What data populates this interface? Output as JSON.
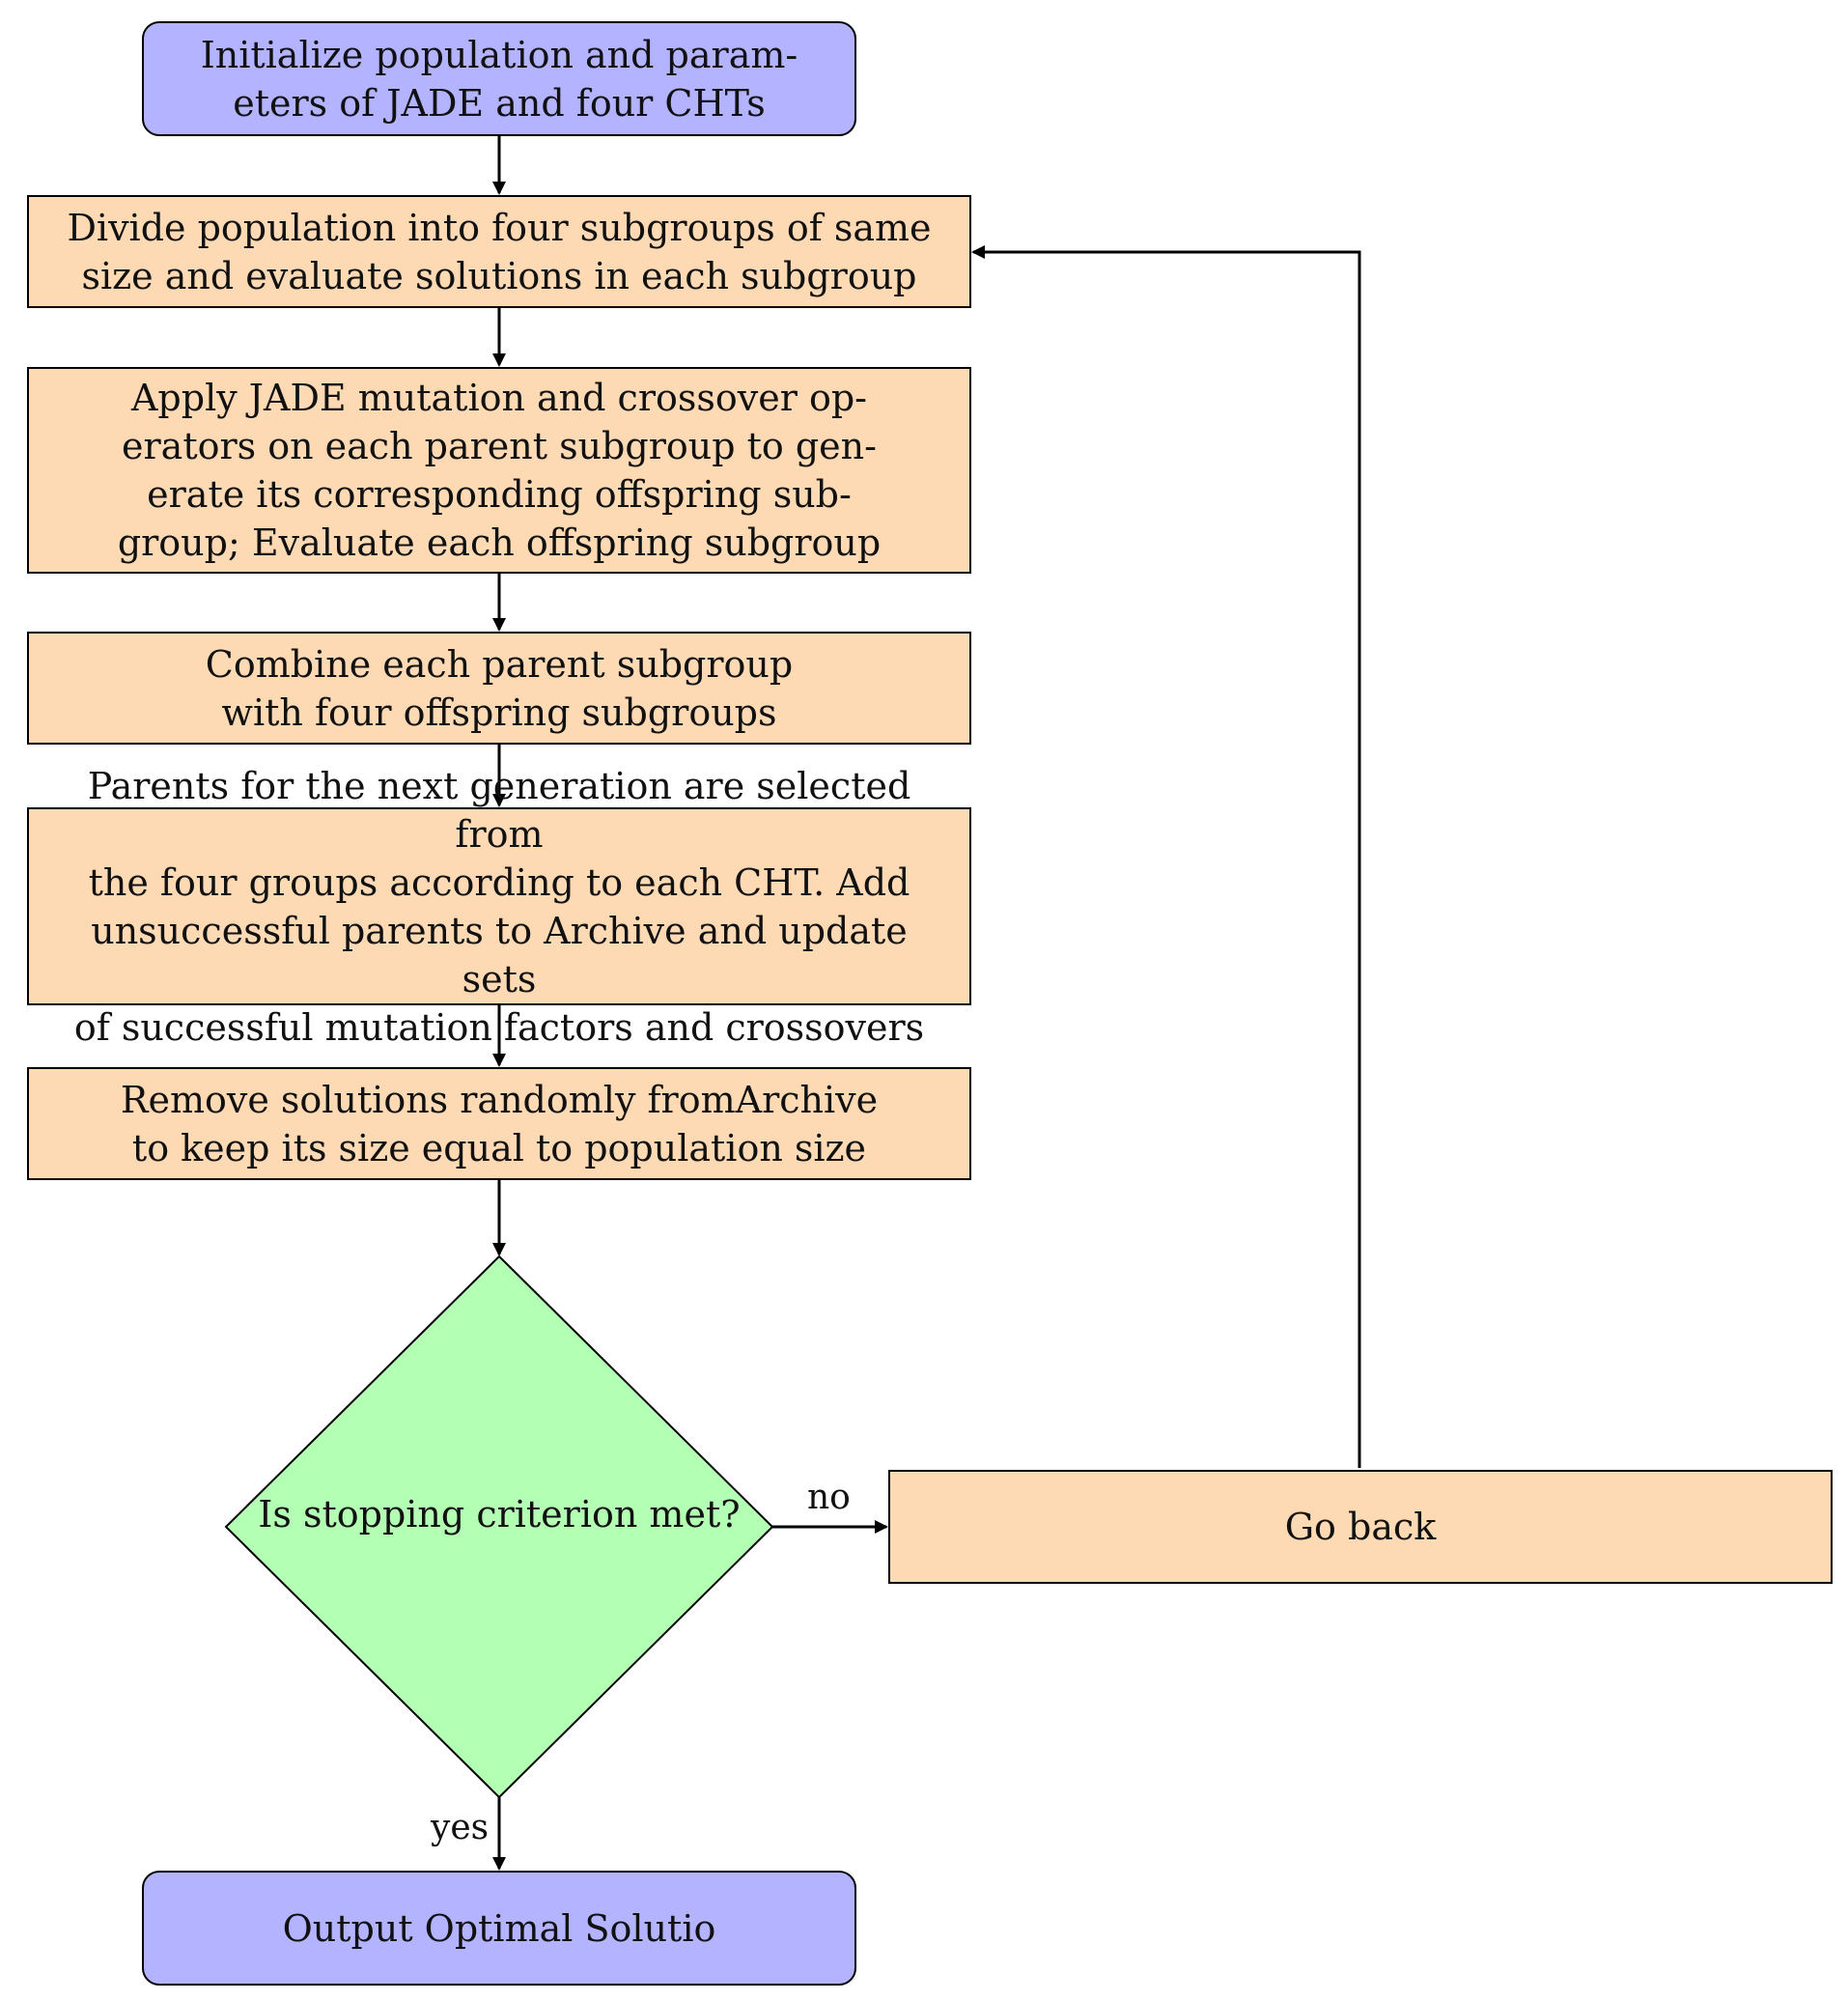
{
  "diagram": {
    "nodes": {
      "init": {
        "label": "Initialize population and param-\neters of JADE and four CHTs"
      },
      "divide": {
        "label": "Divide population into four subgroups of same\nsize and evaluate solutions in each subgroup"
      },
      "apply": {
        "label": "Apply JADE mutation and crossover op-\nerators on each parent subgroup to gen-\nerate its corresponding offspring sub-\ngroup; Evaluate each offspring subgroup"
      },
      "combine": {
        "label": "Combine each parent subgroup\nwith four offspring subgroups"
      },
      "select": {
        "label": "Parents for the next generation are selected from\nthe four groups according to each CHT. Add\nunsuccessful parents to Archive and update sets\nof successful mutation factors and crossovers"
      },
      "remove": {
        "label": "Remove solutions randomly fromArchive\nto keep its size equal to population size"
      },
      "decision": {
        "label": "Is stopping criterion met?"
      },
      "goback": {
        "label": "Go back"
      },
      "output": {
        "label": "Output Optimal Solutio"
      }
    },
    "edges": {
      "no": "no",
      "yes": "yes"
    },
    "colors": {
      "terminal": "#b3b3ff",
      "process": "#fdd9b4",
      "decision": "#b3ffb3"
    }
  }
}
